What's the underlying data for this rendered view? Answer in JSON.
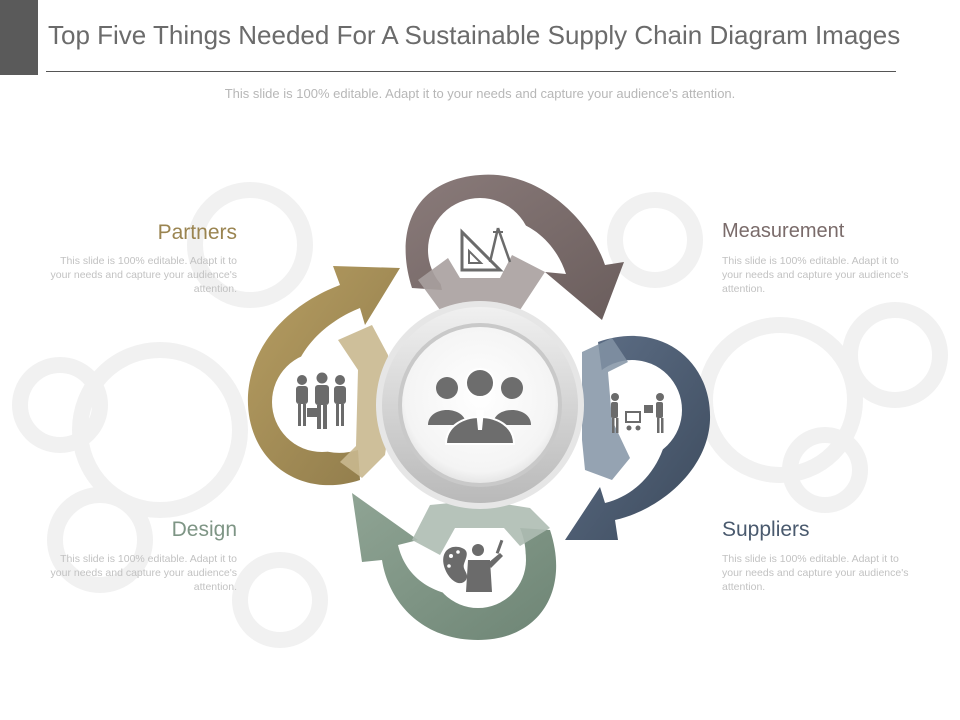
{
  "header": {
    "title": "Top Five Things Needed For A Sustainable Supply Chain Diagram Images",
    "subtitle": "This slide is 100% editable. Adapt it to your needs and capture your audience's attention."
  },
  "segments": [
    {
      "label": "Partners",
      "description": "This slide is 100% editable. Adapt it to your needs and capture your audience's attention.",
      "icon": "team-icon",
      "color": "#9a8450"
    },
    {
      "label": "Measurement",
      "description": "This slide is 100% editable. Adapt it to your needs and capture your audience's attention.",
      "icon": "drafting-tools-icon",
      "color": "#7a6b6a"
    },
    {
      "label": "Suppliers",
      "description": "This slide is 100% editable. Adapt it to your needs and capture your audience's attention.",
      "icon": "delivery-icon",
      "color": "#4a5a6e"
    },
    {
      "label": "Design",
      "description": "This slide is 100% editable. Adapt it to your needs and capture your audience's attention.",
      "icon": "artist-palette-icon",
      "color": "#7e9585"
    }
  ],
  "center": {
    "icon": "group-people-icon"
  }
}
